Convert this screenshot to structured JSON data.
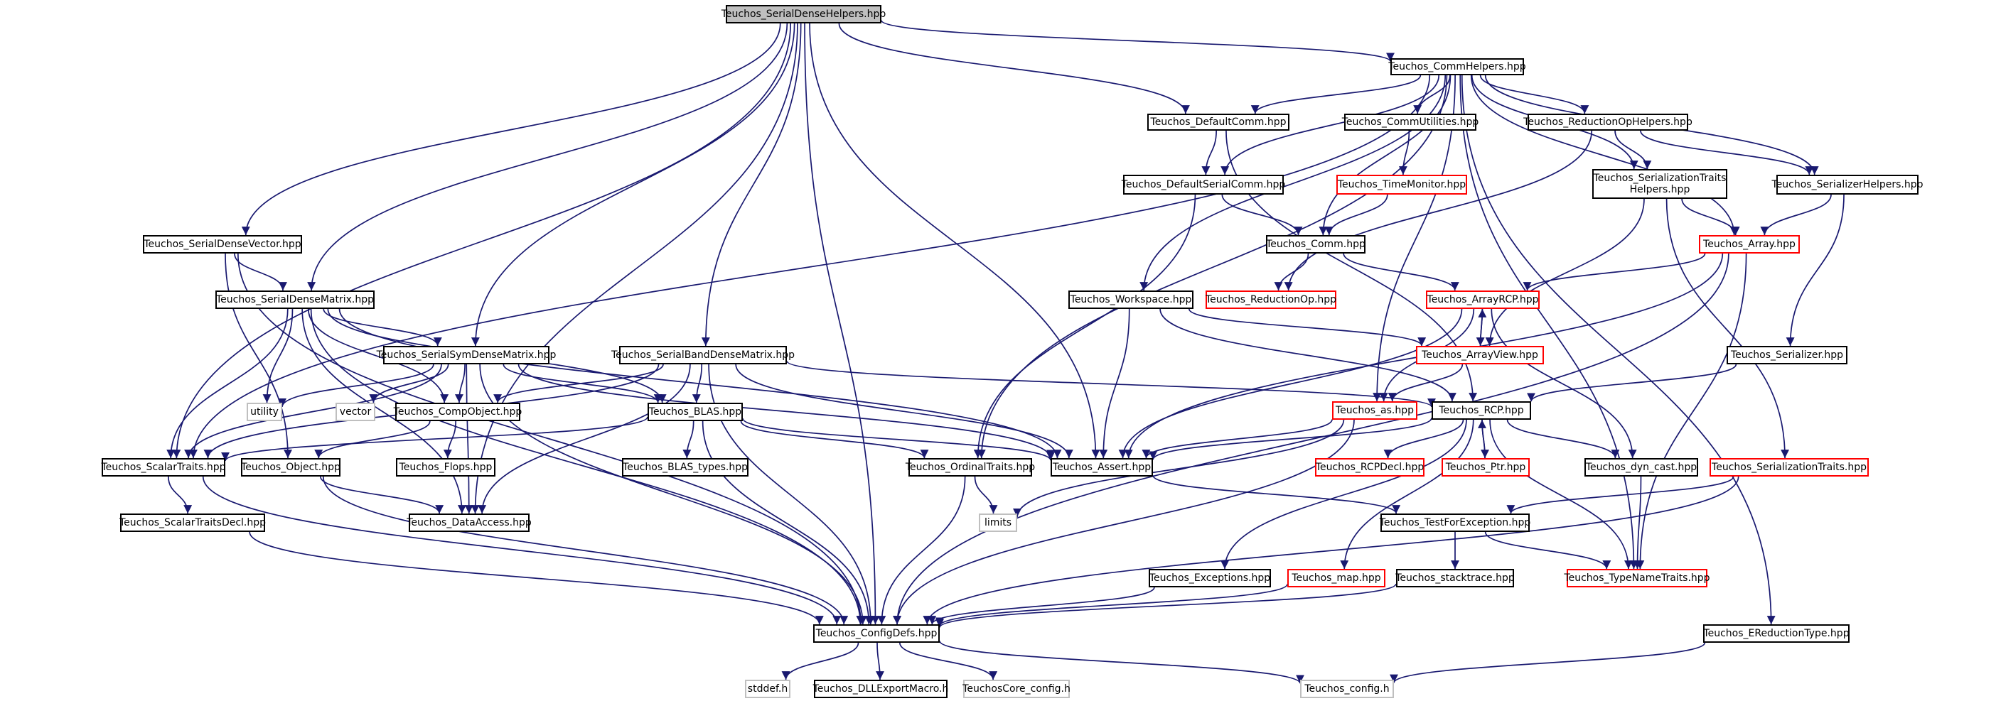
{
  "colors": {
    "edge": "#191970",
    "root_fill": "#bfbfbf",
    "normal_border": "#000000",
    "external_border": "#bfbfbf",
    "undocumented_border": "#ff0000"
  },
  "nodes": [
    {
      "id": "helpers",
      "label": "Teuchos_SerialDenseHelpers.hpp",
      "style": "root"
    },
    {
      "id": "commhelpers",
      "label": "Teuchos_CommHelpers.hpp",
      "style": "normal"
    },
    {
      "id": "defaultcomm",
      "label": "Teuchos_DefaultComm.hpp",
      "style": "normal"
    },
    {
      "id": "commutil",
      "label": "Teuchos_CommUtilities.hpp",
      "style": "normal"
    },
    {
      "id": "reductionophelpers",
      "label": "Teuchos_ReductionOpHelpers.hpp",
      "style": "normal"
    },
    {
      "id": "sertraitshelpers",
      "label": "Teuchos_SerializationTraits\nHelpers.hpp",
      "style": "normal"
    },
    {
      "id": "serhelpers",
      "label": "Teuchos_SerializerHelpers.hpp",
      "style": "normal"
    },
    {
      "id": "defaultserialcomm",
      "label": "Teuchos_DefaultSerialComm.hpp",
      "style": "normal"
    },
    {
      "id": "timemonitor",
      "label": "Teuchos_TimeMonitor.hpp",
      "style": "red"
    },
    {
      "id": "sdvector",
      "label": "Teuchos_SerialDenseVector.hpp",
      "style": "normal"
    },
    {
      "id": "comm",
      "label": "Teuchos_Comm.hpp",
      "style": "normal"
    },
    {
      "id": "array",
      "label": "Teuchos_Array.hpp",
      "style": "red"
    },
    {
      "id": "sdmatrix",
      "label": "Teuchos_SerialDenseMatrix.hpp",
      "style": "normal"
    },
    {
      "id": "workspace",
      "label": "Teuchos_Workspace.hpp",
      "style": "normal"
    },
    {
      "id": "reductionop",
      "label": "Teuchos_ReductionOp.hpp",
      "style": "red"
    },
    {
      "id": "arrayrcp",
      "label": "Teuchos_ArrayRCP.hpp",
      "style": "red"
    },
    {
      "id": "serializer",
      "label": "Teuchos_Serializer.hpp",
      "style": "normal"
    },
    {
      "id": "ssdmatrix",
      "label": "Teuchos_SerialSymDenseMatrix.hpp",
      "style": "normal"
    },
    {
      "id": "sbdmatrix",
      "label": "Teuchos_SerialBandDenseMatrix.hpp",
      "style": "normal"
    },
    {
      "id": "arrayview",
      "label": "Teuchos_ArrayView.hpp",
      "style": "red"
    },
    {
      "id": "utility",
      "label": "utility",
      "style": "grey"
    },
    {
      "id": "vector",
      "label": "vector",
      "style": "grey"
    },
    {
      "id": "compobject",
      "label": "Teuchos_CompObject.hpp",
      "style": "normal"
    },
    {
      "id": "blas",
      "label": "Teuchos_BLAS.hpp",
      "style": "normal"
    },
    {
      "id": "as",
      "label": "Teuchos_as.hpp",
      "style": "red"
    },
    {
      "id": "rcp",
      "label": "Teuchos_RCP.hpp",
      "style": "normal"
    },
    {
      "id": "scalartraits",
      "label": "Teuchos_ScalarTraits.hpp",
      "style": "normal"
    },
    {
      "id": "object",
      "label": "Teuchos_Object.hpp",
      "style": "normal"
    },
    {
      "id": "flops",
      "label": "Teuchos_Flops.hpp",
      "style": "normal"
    },
    {
      "id": "blastypes",
      "label": "Teuchos_BLAS_types.hpp",
      "style": "normal"
    },
    {
      "id": "ordinaltraits",
      "label": "Teuchos_OrdinalTraits.hpp",
      "style": "normal"
    },
    {
      "id": "assert",
      "label": "Teuchos_Assert.hpp",
      "style": "normal"
    },
    {
      "id": "rcpdecl",
      "label": "Teuchos_RCPDecl.hpp",
      "style": "red"
    },
    {
      "id": "ptr",
      "label": "Teuchos_Ptr.hpp",
      "style": "red"
    },
    {
      "id": "dyncast",
      "label": "Teuchos_dyn_cast.hpp",
      "style": "normal"
    },
    {
      "id": "sertraits",
      "label": "Teuchos_SerializationTraits.hpp",
      "style": "red"
    },
    {
      "id": "scalartraitsdecl",
      "label": "Teuchos_ScalarTraitsDecl.hpp",
      "style": "normal"
    },
    {
      "id": "dataaccess",
      "label": "Teuchos_DataAccess.hpp",
      "style": "normal"
    },
    {
      "id": "limits",
      "label": "limits",
      "style": "grey"
    },
    {
      "id": "testforexception",
      "label": "Teuchos_TestForException.hpp",
      "style": "normal"
    },
    {
      "id": "exceptions",
      "label": "Teuchos_Exceptions.hpp",
      "style": "normal"
    },
    {
      "id": "map",
      "label": "Teuchos_map.hpp",
      "style": "red"
    },
    {
      "id": "stacktrace",
      "label": "Teuchos_stacktrace.hpp",
      "style": "normal"
    },
    {
      "id": "typenametraits",
      "label": "Teuchos_TypeNameTraits.hpp",
      "style": "red"
    },
    {
      "id": "configdefs",
      "label": "Teuchos_ConfigDefs.hpp",
      "style": "normal"
    },
    {
      "id": "ereductiontype",
      "label": "Teuchos_EReductionType.hpp",
      "style": "normal"
    },
    {
      "id": "stddef",
      "label": "stddef.h",
      "style": "grey"
    },
    {
      "id": "dllexport",
      "label": "Teuchos_DLLExportMacro.h",
      "style": "normal"
    },
    {
      "id": "coreconfig",
      "label": "TeuchosCore_config.h",
      "style": "grey"
    },
    {
      "id": "config",
      "label": "Teuchos_config.h",
      "style": "grey"
    }
  ],
  "edges": [
    [
      "helpers",
      "commhelpers"
    ],
    [
      "helpers",
      "defaultcomm"
    ],
    [
      "helpers",
      "sdvector"
    ],
    [
      "helpers",
      "sdmatrix"
    ],
    [
      "helpers",
      "ssdmatrix"
    ],
    [
      "helpers",
      "sbdmatrix"
    ],
    [
      "helpers",
      "scalartraits"
    ],
    [
      "helpers",
      "assert"
    ],
    [
      "helpers",
      "dataaccess"
    ],
    [
      "helpers",
      "configdefs"
    ],
    [
      "commhelpers",
      "defaultcomm"
    ],
    [
      "commhelpers",
      "commutil"
    ],
    [
      "commhelpers",
      "reductionophelpers"
    ],
    [
      "commhelpers",
      "sertraitshelpers"
    ],
    [
      "commhelpers",
      "serhelpers"
    ],
    [
      "commhelpers",
      "defaultserialcomm"
    ],
    [
      "commhelpers",
      "comm"
    ],
    [
      "commhelpers",
      "array"
    ],
    [
      "commhelpers",
      "workspace"
    ],
    [
      "commhelpers",
      "ordinaltraits"
    ],
    [
      "commhelpers",
      "as"
    ],
    [
      "commhelpers",
      "scalartraits"
    ],
    [
      "commhelpers",
      "typenametraits"
    ],
    [
      "commhelpers",
      "ereductiontype"
    ],
    [
      "defaultcomm",
      "defaultserialcomm"
    ],
    [
      "defaultcomm",
      "rcp"
    ],
    [
      "commutil",
      "timemonitor"
    ],
    [
      "timemonitor",
      "comm"
    ],
    [
      "reductionophelpers",
      "sertraitshelpers"
    ],
    [
      "reductionophelpers",
      "serhelpers"
    ],
    [
      "reductionophelpers",
      "reductionop"
    ],
    [
      "sertraitshelpers",
      "array"
    ],
    [
      "sertraitshelpers",
      "arrayview"
    ],
    [
      "sertraitshelpers",
      "sertraits"
    ],
    [
      "serhelpers",
      "array"
    ],
    [
      "serhelpers",
      "serializer"
    ],
    [
      "defaultserialcomm",
      "comm"
    ],
    [
      "defaultserialcomm",
      "ordinaltraits"
    ],
    [
      "comm",
      "reductionop"
    ],
    [
      "comm",
      "arrayrcp"
    ],
    [
      "array",
      "arrayrcp"
    ],
    [
      "array",
      "assert"
    ],
    [
      "array",
      "typenametraits"
    ],
    [
      "array",
      "configdefs"
    ],
    [
      "sdvector",
      "sdmatrix"
    ],
    [
      "sdvector",
      "object"
    ],
    [
      "sdvector",
      "configdefs"
    ],
    [
      "sdmatrix",
      "ssdmatrix"
    ],
    [
      "sdmatrix",
      "compobject"
    ],
    [
      "sdmatrix",
      "blas"
    ],
    [
      "sdmatrix",
      "utility"
    ],
    [
      "sdmatrix",
      "scalartraits"
    ],
    [
      "sdmatrix",
      "dataaccess"
    ],
    [
      "sdmatrix",
      "assert"
    ],
    [
      "sdmatrix",
      "configdefs"
    ],
    [
      "workspace",
      "arrayview"
    ],
    [
      "workspace",
      "rcp"
    ],
    [
      "workspace",
      "assert"
    ],
    [
      "arrayrcp",
      "arrayview"
    ],
    [
      "arrayrcp",
      "as"
    ],
    [
      "arrayrcp",
      "assert"
    ],
    [
      "arrayrcp",
      "dyncast"
    ],
    [
      "arrayview",
      "arrayrcp"
    ],
    [
      "arrayview",
      "as"
    ],
    [
      "serializer",
      "rcp"
    ],
    [
      "ssdmatrix",
      "compobject"
    ],
    [
      "ssdmatrix",
      "blas"
    ],
    [
      "ssdmatrix",
      "utility"
    ],
    [
      "ssdmatrix",
      "vector"
    ],
    [
      "ssdmatrix",
      "scalartraits"
    ],
    [
      "ssdmatrix",
      "dataaccess"
    ],
    [
      "ssdmatrix",
      "assert"
    ],
    [
      "ssdmatrix",
      "configdefs"
    ],
    [
      "sbdmatrix",
      "compobject"
    ],
    [
      "sbdmatrix",
      "blas"
    ],
    [
      "sbdmatrix",
      "scalartraits"
    ],
    [
      "sbdmatrix",
      "dataaccess"
    ],
    [
      "sbdmatrix",
      "assert"
    ],
    [
      "sbdmatrix",
      "configdefs"
    ],
    [
      "sbdmatrix",
      "rcp"
    ],
    [
      "compobject",
      "flops"
    ],
    [
      "compobject",
      "object"
    ],
    [
      "blas",
      "blastypes"
    ],
    [
      "blas",
      "scalartraits"
    ],
    [
      "blas",
      "ordinaltraits"
    ],
    [
      "blas",
      "assert"
    ],
    [
      "blas",
      "configdefs"
    ],
    [
      "as",
      "assert"
    ],
    [
      "as",
      "limits"
    ],
    [
      "as",
      "configdefs"
    ],
    [
      "rcp",
      "rcpdecl"
    ],
    [
      "rcp",
      "ptr"
    ],
    [
      "rcp",
      "dyncast"
    ],
    [
      "rcp",
      "assert"
    ],
    [
      "rcp",
      "exceptions"
    ],
    [
      "rcp",
      "map"
    ],
    [
      "rcp",
      "typenametraits"
    ],
    [
      "ptr",
      "rcp"
    ],
    [
      "scalartraits",
      "scalartraitsdecl"
    ],
    [
      "scalartraits",
      "configdefs"
    ],
    [
      "object",
      "dataaccess"
    ],
    [
      "object",
      "configdefs"
    ],
    [
      "scalartraitsdecl",
      "configdefs"
    ],
    [
      "ordinaltraits",
      "limits"
    ],
    [
      "ordinaltraits",
      "configdefs"
    ],
    [
      "assert",
      "testforexception"
    ],
    [
      "dyncast",
      "typenametraits"
    ],
    [
      "sertraits",
      "testforexception"
    ],
    [
      "sertraits",
      "configdefs"
    ],
    [
      "testforexception",
      "stacktrace"
    ],
    [
      "testforexception",
      "typenametraits"
    ],
    [
      "exceptions",
      "configdefs"
    ],
    [
      "map",
      "configdefs"
    ],
    [
      "stacktrace",
      "configdefs"
    ],
    [
      "configdefs",
      "stddef"
    ],
    [
      "configdefs",
      "dllexport"
    ],
    [
      "configdefs",
      "coreconfig"
    ],
    [
      "configdefs",
      "config"
    ],
    [
      "ereductiontype",
      "config"
    ]
  ]
}
